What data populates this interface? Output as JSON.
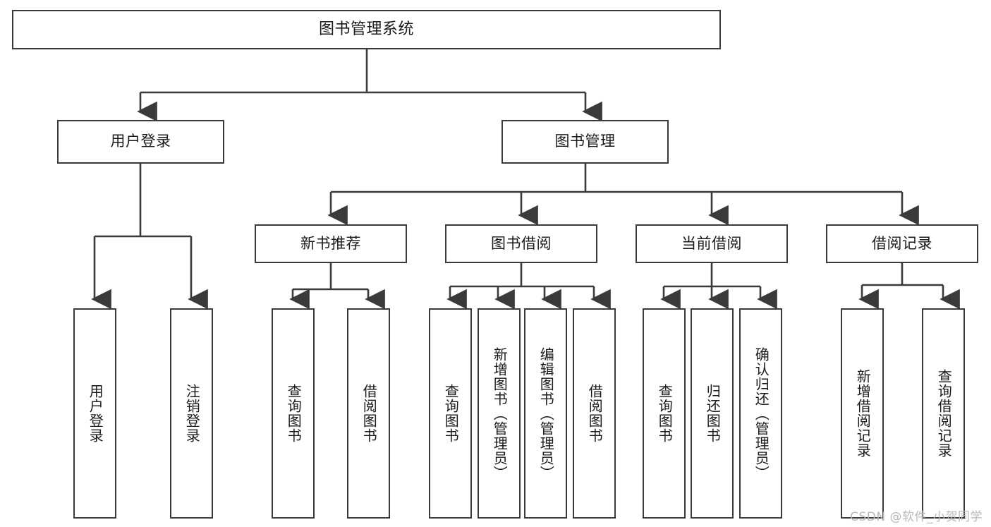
{
  "diagram": {
    "type": "tree-hierarchy-chart",
    "title": "图书管理系统",
    "colors": {
      "stroke": "#3a3a3a",
      "fill": "#ffffff",
      "text": "#1a1a1a",
      "watermark": "#b9b9b9"
    },
    "nodes": {
      "root": {
        "label": "图书管理系统"
      },
      "level2": [
        {
          "id": "user-login",
          "label": "用户登录"
        },
        {
          "id": "book-management",
          "label": "图书管理"
        }
      ],
      "level3": [
        {
          "id": "new-book-recommend",
          "label": "新书推荐"
        },
        {
          "id": "book-borrow",
          "label": "图书借阅"
        },
        {
          "id": "current-borrow",
          "label": "当前借阅"
        },
        {
          "id": "borrow-record",
          "label": "借阅记录"
        }
      ],
      "leaves": {
        "user_login": [
          {
            "id": "leaf-user-login",
            "label": "用户登录"
          },
          {
            "id": "leaf-logout-login",
            "label": "注销登录"
          }
        ],
        "new_book_recommend": [
          {
            "id": "leaf-query-book-1",
            "label": "查询图书"
          },
          {
            "id": "leaf-borrow-book-1",
            "label": "借阅图书"
          }
        ],
        "book_borrow": [
          {
            "id": "leaf-query-book-2",
            "label": "查询图书"
          },
          {
            "id": "leaf-add-book",
            "label": "新增图书（管理员）"
          },
          {
            "id": "leaf-edit-book",
            "label": "编辑图书（管理员）"
          },
          {
            "id": "leaf-borrow-book-2",
            "label": "借阅图书"
          }
        ],
        "current_borrow": [
          {
            "id": "leaf-query-book-3",
            "label": "查询图书"
          },
          {
            "id": "leaf-return-book",
            "label": "归还图书"
          },
          {
            "id": "leaf-confirm-return",
            "label": "确认归还（管理员）"
          }
        ],
        "borrow_record": [
          {
            "id": "leaf-add-record",
            "label": "新增借阅记录"
          },
          {
            "id": "leaf-query-record",
            "label": "查询借阅记录"
          }
        ]
      }
    },
    "watermark": "CSDN @软件_小贺同学"
  }
}
